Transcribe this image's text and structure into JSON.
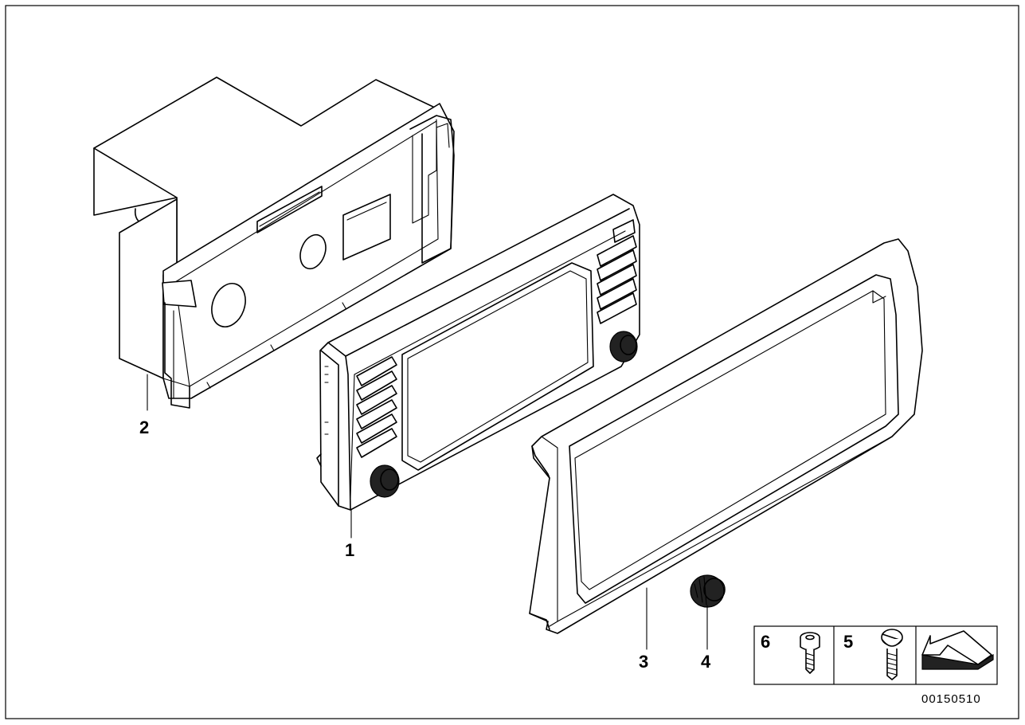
{
  "diagram": {
    "drawing_number": "00150510",
    "callouts": {
      "part_1": "1",
      "part_2": "2",
      "part_3": "3",
      "part_4": "4",
      "part_5": "5",
      "part_6": "6"
    },
    "parts": [
      {
        "label": "1",
        "icon": "control-panel-unit-icon"
      },
      {
        "label": "2",
        "icon": "mounting-housing-icon"
      },
      {
        "label": "3",
        "icon": "trim-frame-icon"
      },
      {
        "label": "4",
        "icon": "knob-icon"
      },
      {
        "label": "5",
        "icon": "slotted-screw-icon"
      },
      {
        "label": "6",
        "icon": "hex-socket-screw-icon"
      }
    ],
    "legend_icons": [
      "hex-socket-screw-icon",
      "slotted-screw-icon",
      "arrow-icon"
    ]
  }
}
